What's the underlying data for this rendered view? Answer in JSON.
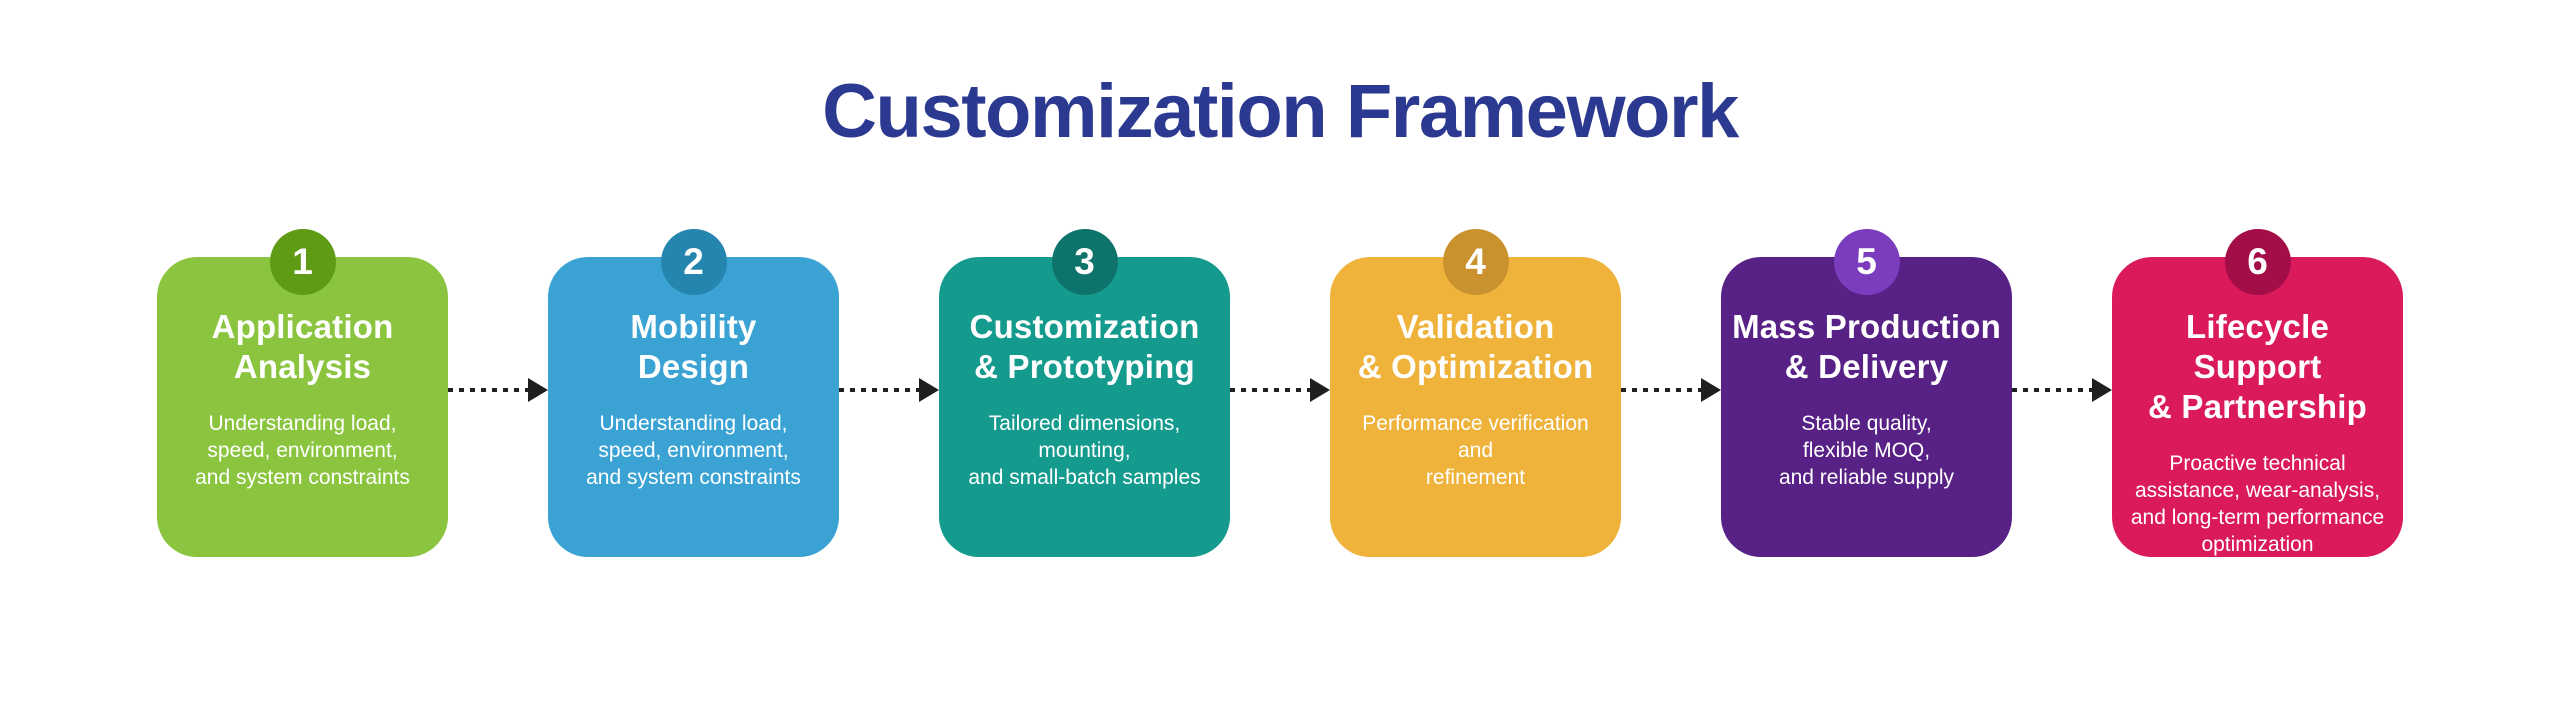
{
  "title": "Customization Framework",
  "colors": {
    "background": "#FFFFFF",
    "title": "#2B3990",
    "arrow": "#1F1F1F",
    "text_on_box": "#FFFFFF"
  },
  "steps": [
    {
      "number": "1",
      "title": "Application\nAnalysis",
      "description": "Understanding load,\nspeed, environment,\nand system constraints",
      "box_color": "#8BC53F",
      "badge_color": "#5F9B14"
    },
    {
      "number": "2",
      "title": "Mobility\nDesign",
      "description": "Understanding load,\nspeed, environment,\nand system constraints",
      "box_color": "#3BA3D4",
      "badge_color": "#2485AE"
    },
    {
      "number": "3",
      "title": "Customization\n& Prototyping",
      "description": "Tailored dimensions,\nmounting,\nand small-batch samples",
      "box_color": "#149B8E",
      "badge_color": "#0E746B"
    },
    {
      "number": "4",
      "title": "Validation\n& Optimization",
      "description": "Performance verification\nand\nrefinement",
      "box_color": "#EFB33C",
      "badge_color": "#C9922F"
    },
    {
      "number": "5",
      "title": "Mass Production\n& Delivery",
      "description": "Stable quality,\nflexible MOQ,\nand reliable supply",
      "box_color": "#572185",
      "badge_color": "#7B3DBD"
    },
    {
      "number": "6",
      "title": "Lifecycle Support\n& Partnership",
      "description": "Proactive technical\nassistance, wear-analysis,\nand long-term performance\noptimization",
      "box_color": "#DA1A5B",
      "badge_color": "#A40E48"
    }
  ]
}
